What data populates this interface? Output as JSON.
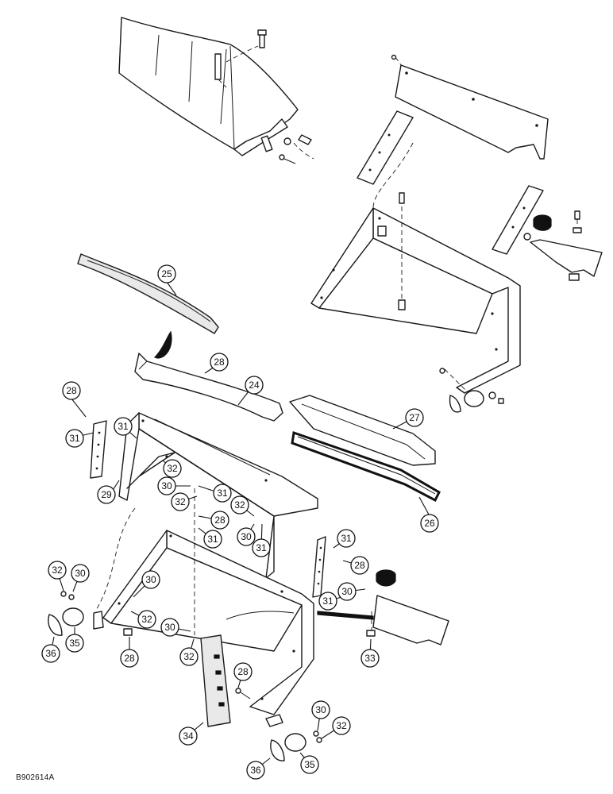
{
  "figure_id": "B902614A",
  "callouts": {
    "c25": "25",
    "c24": "24",
    "c27": "27",
    "c26": "26",
    "c28a": "28",
    "c28b": "28",
    "c28c": "28",
    "c28d": "28",
    "c28e": "28",
    "c28f": "28",
    "c31a": "31",
    "c31b": "31",
    "c31c": "31",
    "c31d": "31",
    "c31e": "31",
    "c31f": "31",
    "c31g": "31",
    "c32a": "32",
    "c32b": "32",
    "c32c": "32",
    "c32d": "32",
    "c32e": "32",
    "c32f": "32",
    "c32g": "32",
    "c30a": "30",
    "c30b": "30",
    "c30c": "30",
    "c30d": "30",
    "c30e": "30",
    "c30f": "30",
    "c30g": "30",
    "c29": "29",
    "c33": "33",
    "c34": "34",
    "c35a": "35",
    "c35b": "35",
    "c36a": "36",
    "c36b": "36"
  }
}
